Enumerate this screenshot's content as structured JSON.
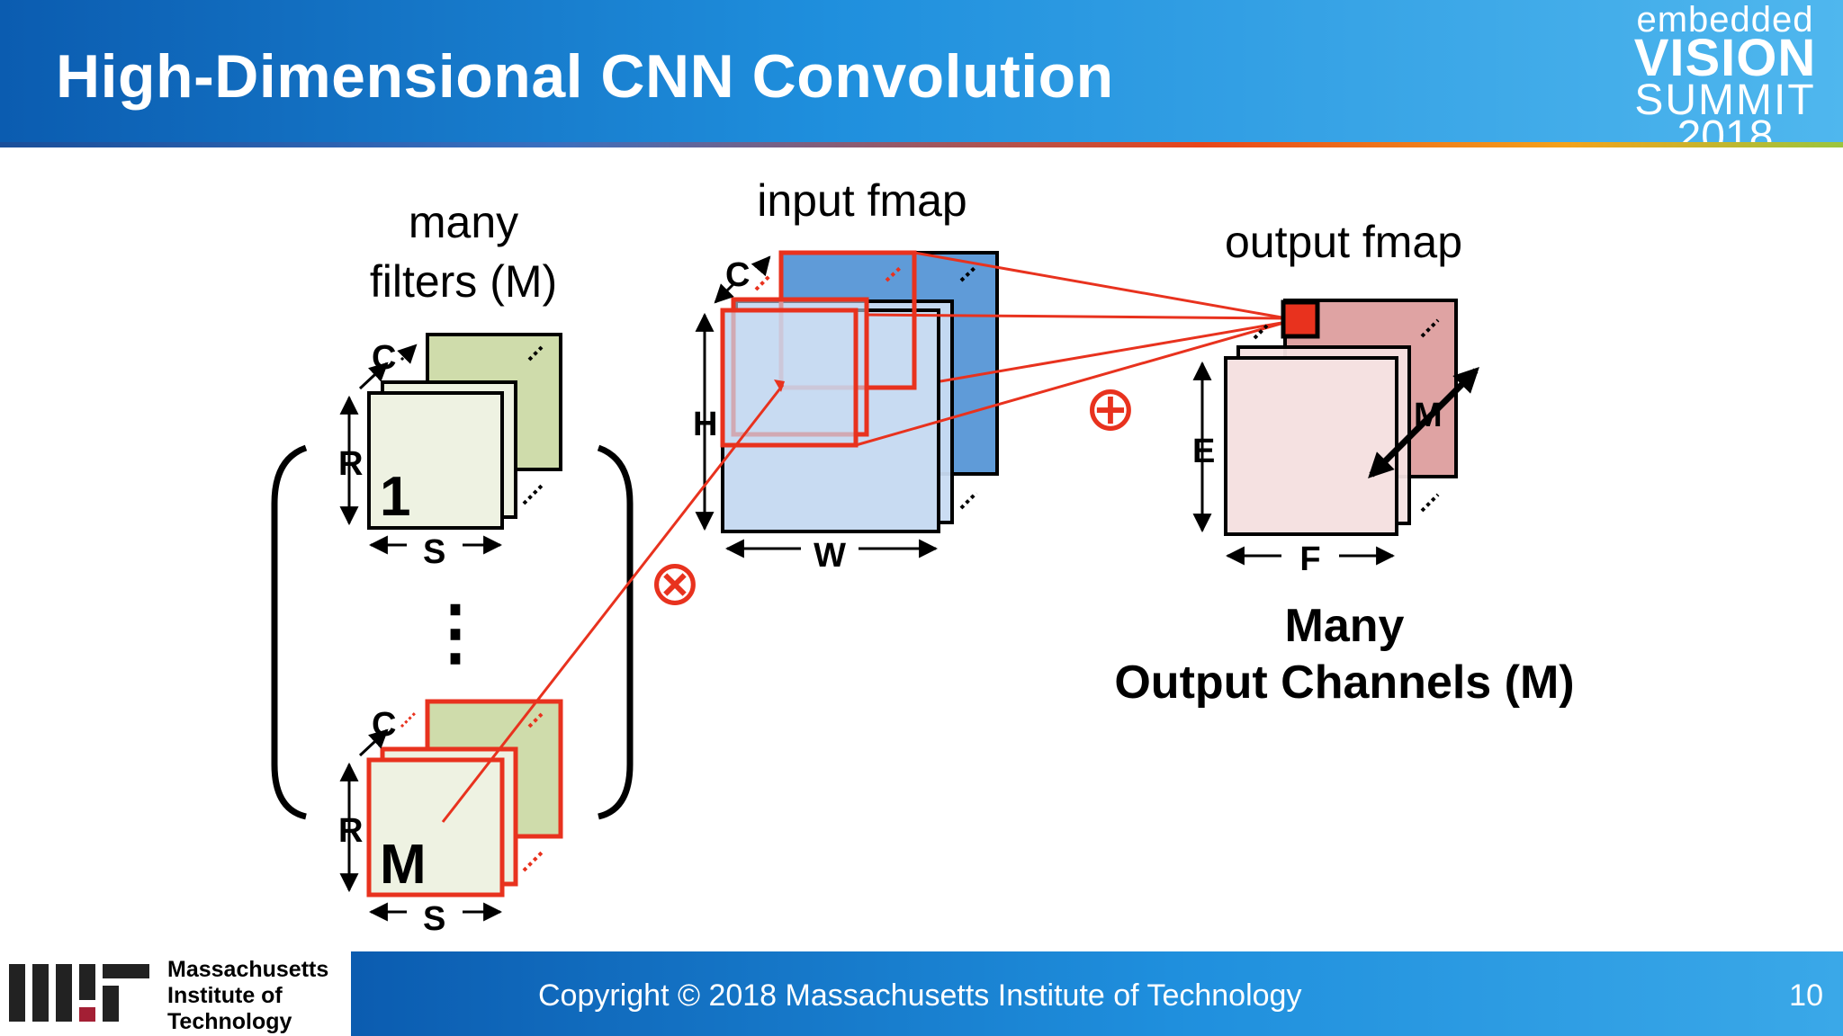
{
  "slide": {
    "title": "High-Dimensional CNN Convolution",
    "page_number": "10",
    "copyright": "Copyright © 2018 Massachusetts Institute of Technology"
  },
  "brand": {
    "line1": "embedded",
    "line2": "VISION",
    "line3": "SUMMIT",
    "line4": "2018"
  },
  "institution": {
    "line1": "Massachusetts",
    "line2": "Institute of",
    "line3": "Technology"
  },
  "diagram": {
    "filters_label_line1": "many",
    "filters_label_line2": "filters (M)",
    "input_label": "input fmap",
    "output_label": "output fmap",
    "output_caption_line1": "Many",
    "output_caption_line2": "Output Channels (M)",
    "filter_first_index": "1",
    "filter_last_index": "M",
    "ellipsis": "⋮",
    "dim_c": "C",
    "dim_r": "R",
    "dim_s": "S",
    "dim_h": "H",
    "dim_w": "W",
    "dim_e": "E",
    "dim_f": "F",
    "dim_m": "M",
    "op_multiply": "⊗",
    "op_add": "⊕"
  },
  "colors": {
    "accent_red": "#e8321e",
    "filter_green": "#cfdcab",
    "filter_face": "#eef2e2",
    "input_blue": "#5f9bd8",
    "input_face": "#c8dbf2",
    "output_pink": "#dfa3a3",
    "output_face": "#f5e1e1"
  }
}
